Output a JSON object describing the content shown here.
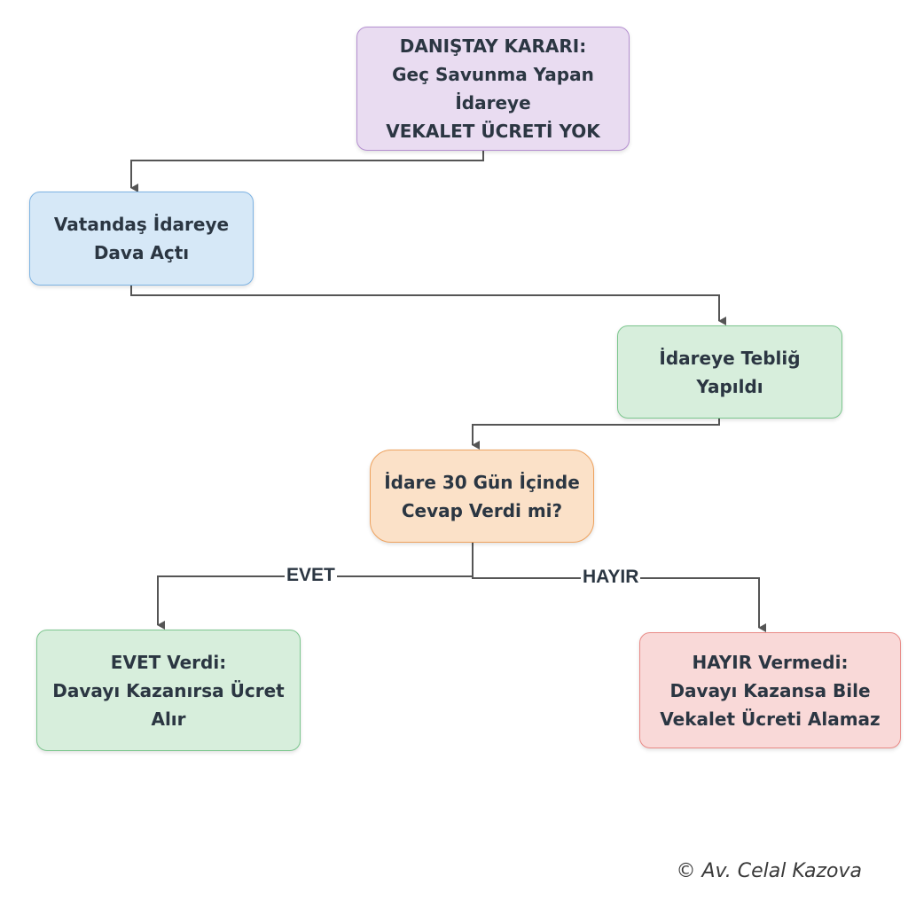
{
  "nodes": {
    "decision": "DANIŞTAY KARARI:\nGeç Savunma Yapan\nİdareye\nVEKALET ÜCRETİ YOK",
    "lawsuit": "Vatandaş İdareye\nDava Açtı",
    "notification": "İdareye Tebliğ\nYapıldı",
    "question": "İdare 30 Gün İçinde\nCevap Verdi mi?",
    "yes_result": "EVET Verdi:\nDavayı Kazanırsa Ücret\nAlır",
    "no_result": "HAYIR Vermedi:\nDavayı Kazansa Bile\nVekalet Ücreti Alamaz"
  },
  "edge_labels": {
    "yes": "EVET",
    "no": "HAYIR"
  },
  "colors": {
    "purple": "#e9dcf1",
    "blue": "#d6e8f7",
    "green": "#d7eedc",
    "orange": "#fbe1c8",
    "red": "#f9d9d8",
    "edge": "#555555"
  },
  "footer": {
    "copyright": "© Av. Celal Kazova"
  }
}
